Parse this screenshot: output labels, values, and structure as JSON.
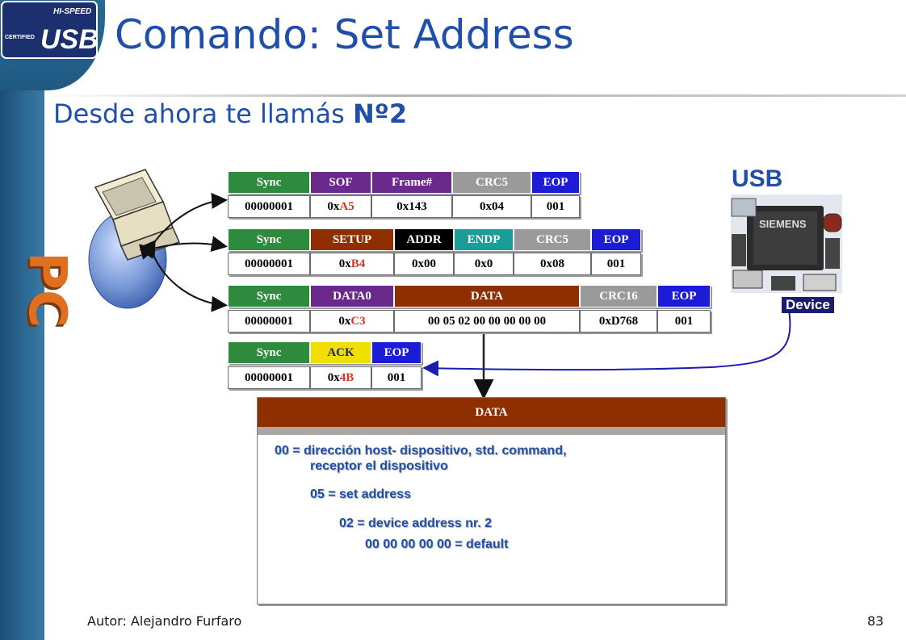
{
  "slide": {
    "title": "Comando: Set Address",
    "subtitle_plain": "Desde ahora te llamás ",
    "subtitle_bold": "Nº2",
    "logo_text": "USB",
    "logo_top": "HI-SPEED",
    "logo_left": "CERTIFIED",
    "pc_label": "PC",
    "usb_label": "USB",
    "device_label": "Device",
    "device_chip_text": "SIEMENS",
    "author": "Autor: Alejandro Furfaro",
    "page_number": "83"
  },
  "packets": {
    "sof": {
      "headers": [
        "Sync",
        "SOF",
        "Frame#",
        "CRC5",
        "EOP"
      ],
      "values": [
        {
          "prefix": "00000001",
          "hex": ""
        },
        {
          "prefix": "0x",
          "hex": "A5"
        },
        {
          "prefix": "0x143",
          "hex": ""
        },
        {
          "prefix": "0x04",
          "hex": ""
        },
        {
          "prefix": "001",
          "hex": ""
        }
      ]
    },
    "setup": {
      "headers": [
        "Sync",
        "SETUP",
        "ADDR",
        "ENDP",
        "CRC5",
        "EOP"
      ],
      "values": [
        {
          "prefix": "00000001",
          "hex": ""
        },
        {
          "prefix": "0x",
          "hex": "B4"
        },
        {
          "prefix": "0x00",
          "hex": ""
        },
        {
          "prefix": "0x0",
          "hex": ""
        },
        {
          "prefix": "0x08",
          "hex": ""
        },
        {
          "prefix": "001",
          "hex": ""
        }
      ]
    },
    "data0": {
      "headers": [
        "Sync",
        "DATA0",
        "DATA",
        "CRC16",
        "EOP"
      ],
      "values": [
        {
          "prefix": "00000001",
          "hex": ""
        },
        {
          "prefix": "0x",
          "hex": "C3"
        },
        {
          "prefix": "00 05 02 00 00 00 00 00",
          "hex": ""
        },
        {
          "prefix": "0xD768",
          "hex": ""
        },
        {
          "prefix": "001",
          "hex": ""
        }
      ]
    },
    "ack": {
      "headers": [
        "Sync",
        "ACK",
        "EOP"
      ],
      "values": [
        {
          "prefix": "00000001",
          "hex": ""
        },
        {
          "prefix": "0x",
          "hex": "4B"
        },
        {
          "prefix": "001",
          "hex": ""
        }
      ]
    }
  },
  "explanation": {
    "header": "DATA",
    "line1": "00 = dirección host- dispositivo, std. command,",
    "line1b": "receptor el dispositivo",
    "line2": "05 = set address",
    "line3": "02 = device address nr. 2",
    "line4": "00 00 00 00 00 = default"
  },
  "colors": {
    "title": "#1f4fa8",
    "sync": "#2e8b3d",
    "pid_purple": "#6a2a8c",
    "pid_red": "#8f2f00",
    "addr_black": "#000000",
    "endp_teal": "#1a9c98",
    "crc_gray": "#9a9a9a",
    "eop_blue": "#1c1cd6",
    "ack_yellow": "#f0e000",
    "hex_red": "#d8342a"
  }
}
